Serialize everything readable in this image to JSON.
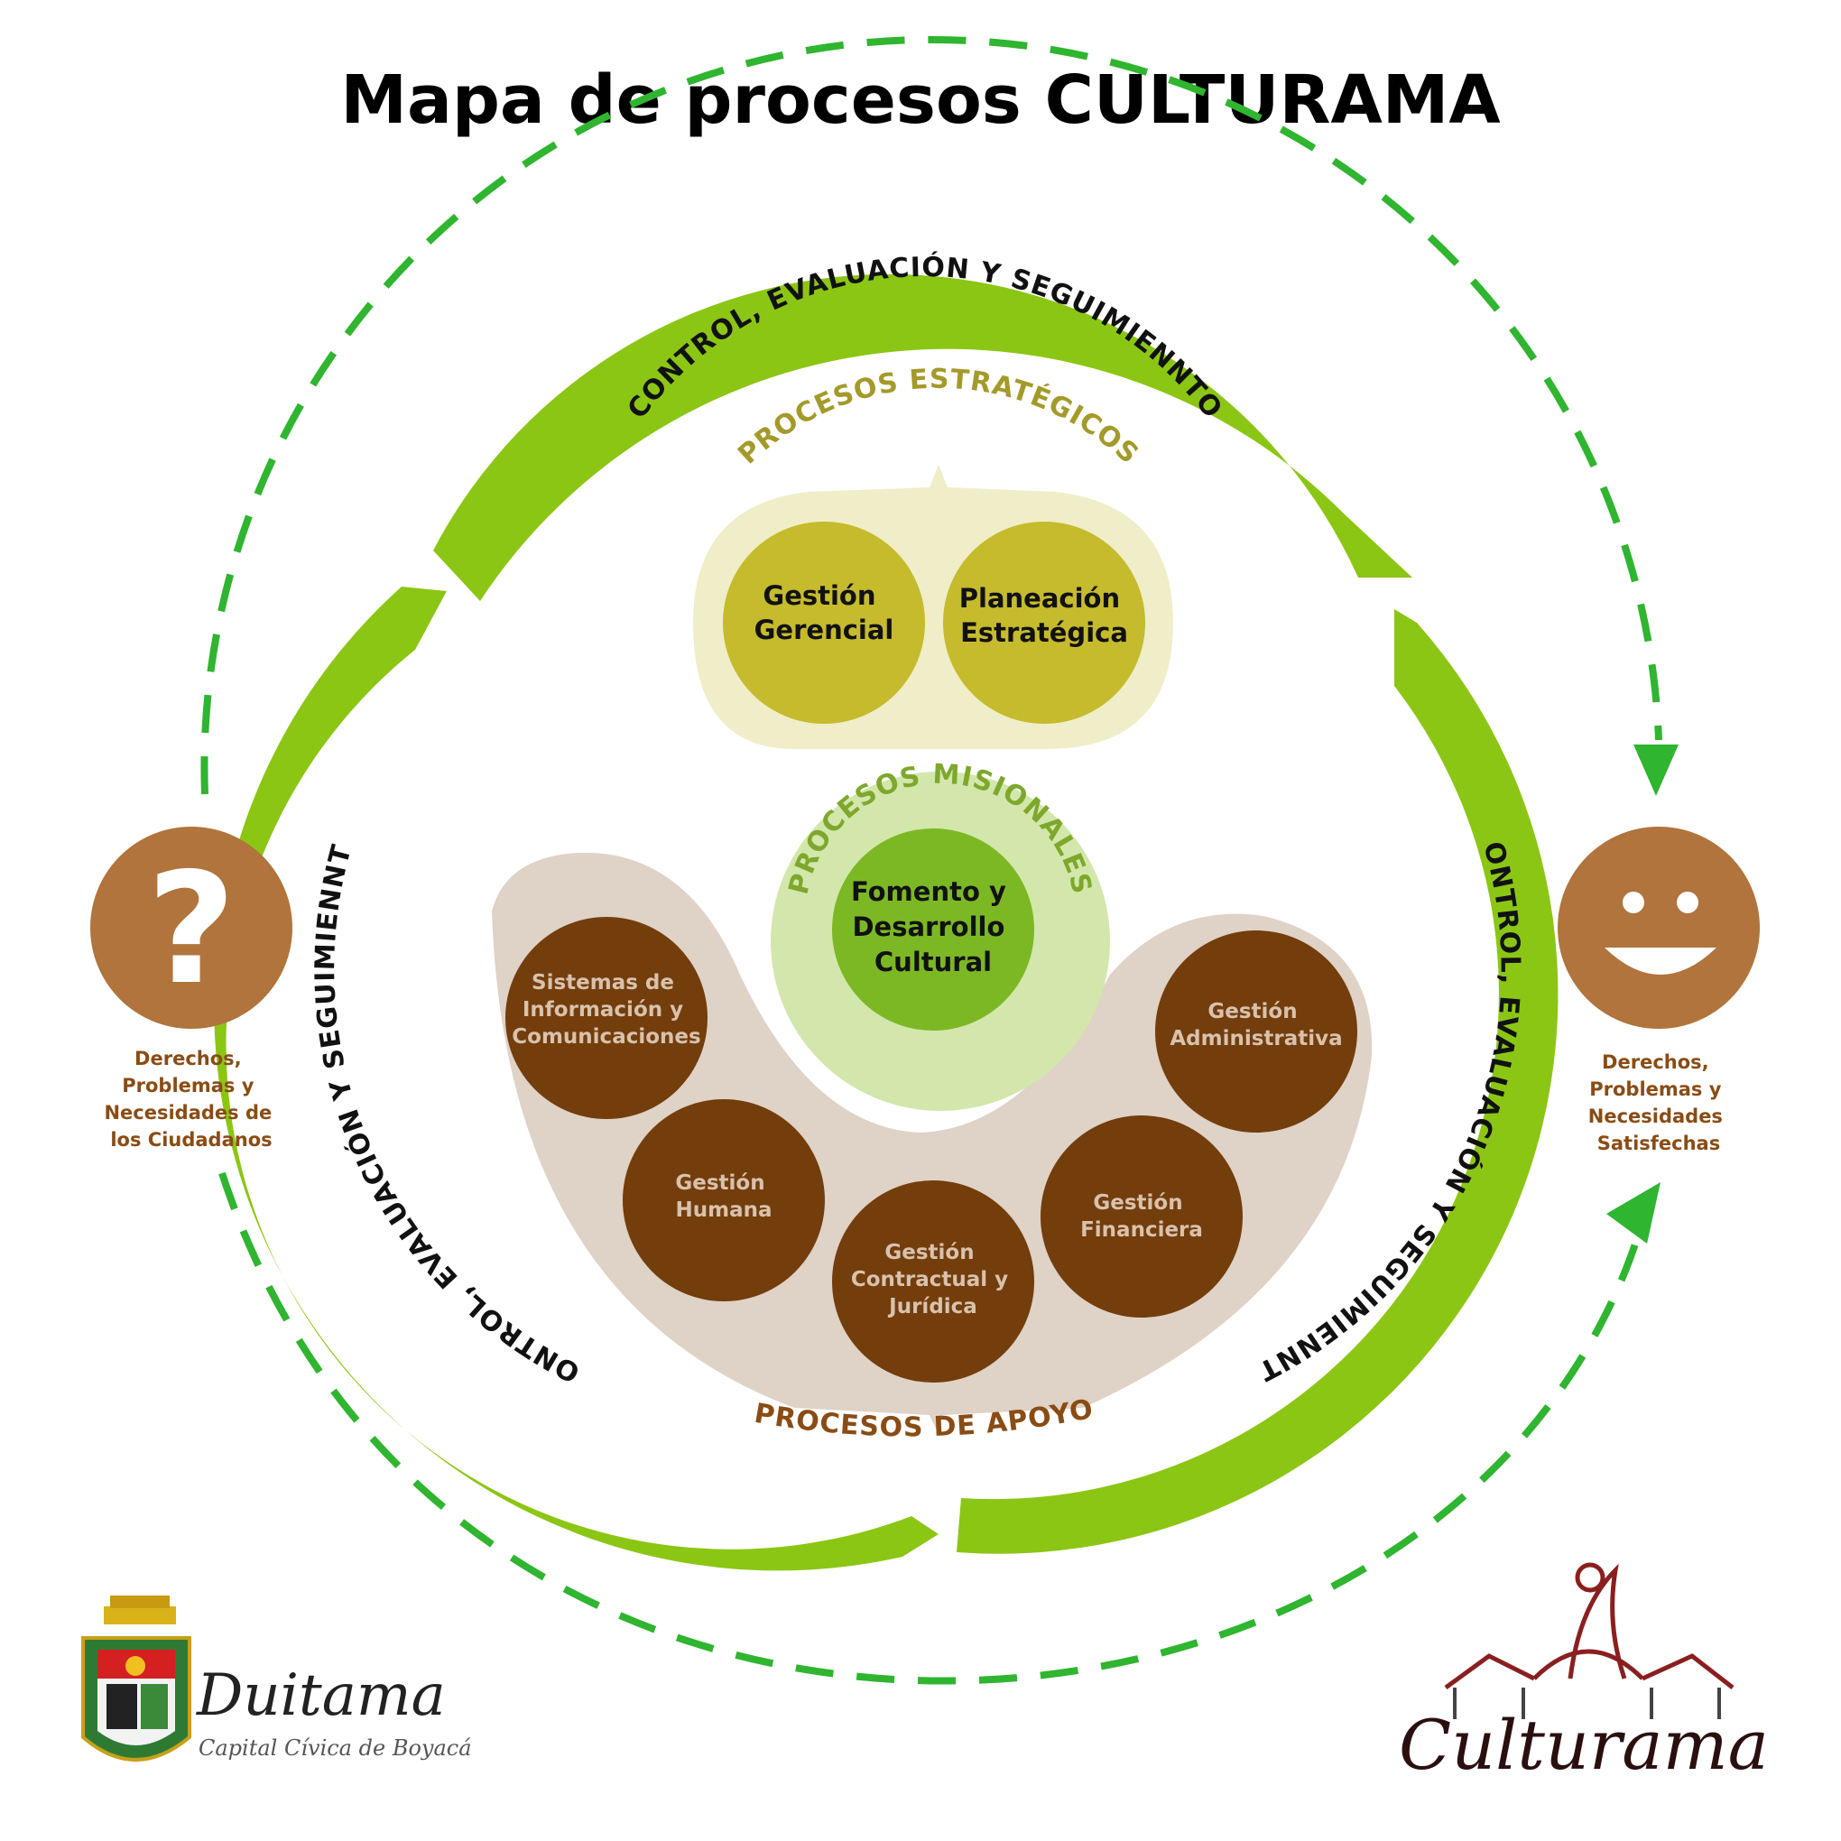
{
  "title": "Mapa de procesos CULTURAMA",
  "ring_label": "CONTROL, EVALUACIÓN Y SEGUIMIENNTO",
  "groups": {
    "estrategicos": "PROCESOS ESTRATÉGICOS",
    "misionales": "PROCESOS MISIONALES",
    "apoyo": "PROCESOS DE APOYO"
  },
  "strategic_nodes": [
    {
      "lines": [
        "Gestión",
        "Gerencial"
      ]
    },
    {
      "lines": [
        "Planeación",
        "Estratégica"
      ]
    }
  ],
  "mission_node": {
    "lines": [
      "Fomento y",
      "Desarrollo",
      "Cultural"
    ]
  },
  "support_nodes": [
    {
      "lines": [
        "Sistemas de",
        "Información y",
        "Comunicaciones"
      ]
    },
    {
      "lines": [
        "Gestión",
        "Humana"
      ]
    },
    {
      "lines": [
        "Gestión",
        "Contractual y",
        "Jurídica"
      ]
    },
    {
      "lines": [
        "Gestión",
        "Financiera"
      ]
    },
    {
      "lines": [
        "Gestión",
        "Administrativa"
      ]
    }
  ],
  "input": {
    "symbol": "?",
    "lines": [
      "Derechos,",
      "Problemas y",
      "Necesidades de",
      "los Ciudadanos"
    ]
  },
  "output": {
    "lines": [
      "Derechos,",
      "Problemas y",
      "Necesidades",
      "Satisfechas"
    ]
  },
  "logos": {
    "left_name": "Duitama",
    "left_tagline": "Capital Cívica de Boyacá",
    "right_name": "Culturama"
  },
  "colors": {
    "ring_green": "#8cc614",
    "dash_green": "#2fb52f",
    "strategic_fill": "#c5bb2c",
    "strategic_bg": "#efeec8",
    "mission_fill": "#7cb824",
    "mission_bg": "#d3e7ac",
    "support_fill": "#733d0c",
    "support_bg": "#dfd2c6",
    "face_fill": "#b0743c"
  },
  "icons": [
    "question-icon",
    "smiley-icon",
    "duitama-coat-of-arms",
    "culturama-logo"
  ]
}
